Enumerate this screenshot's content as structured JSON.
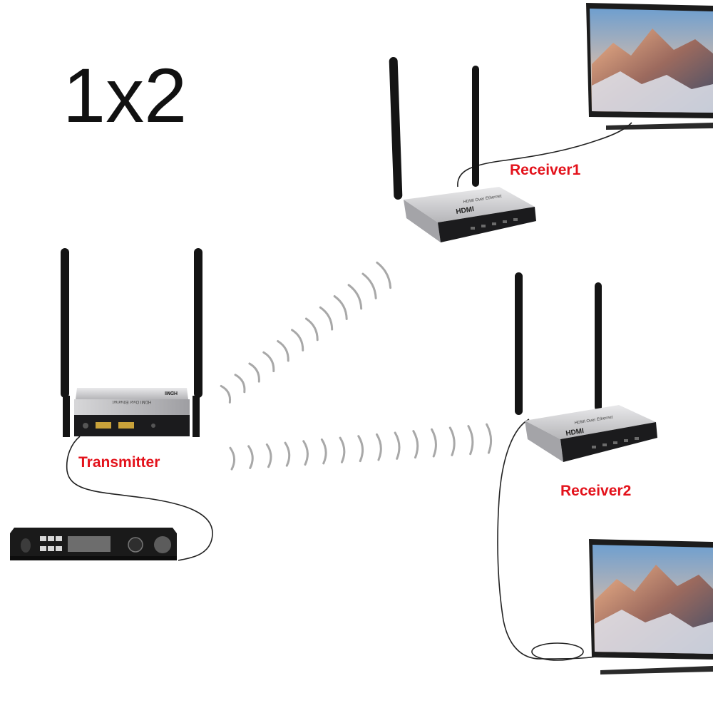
{
  "title": "1x2",
  "labels": {
    "transmitter": "Transmitter",
    "receiver1": "Receiver1",
    "receiver2": "Receiver2"
  },
  "device_text": {
    "brand": "HDMI",
    "product": "HDMI Over Ethernet"
  },
  "colors": {
    "label_red": "#e3121b",
    "device_silver": "#c9c9cb",
    "device_dark": "#1b1b1d",
    "antenna": "#141414",
    "wave_gray": "#a8a8a8"
  },
  "icons": [
    "antenna-icon",
    "wifi-wave-icon",
    "tv-icon",
    "media-player-icon"
  ]
}
